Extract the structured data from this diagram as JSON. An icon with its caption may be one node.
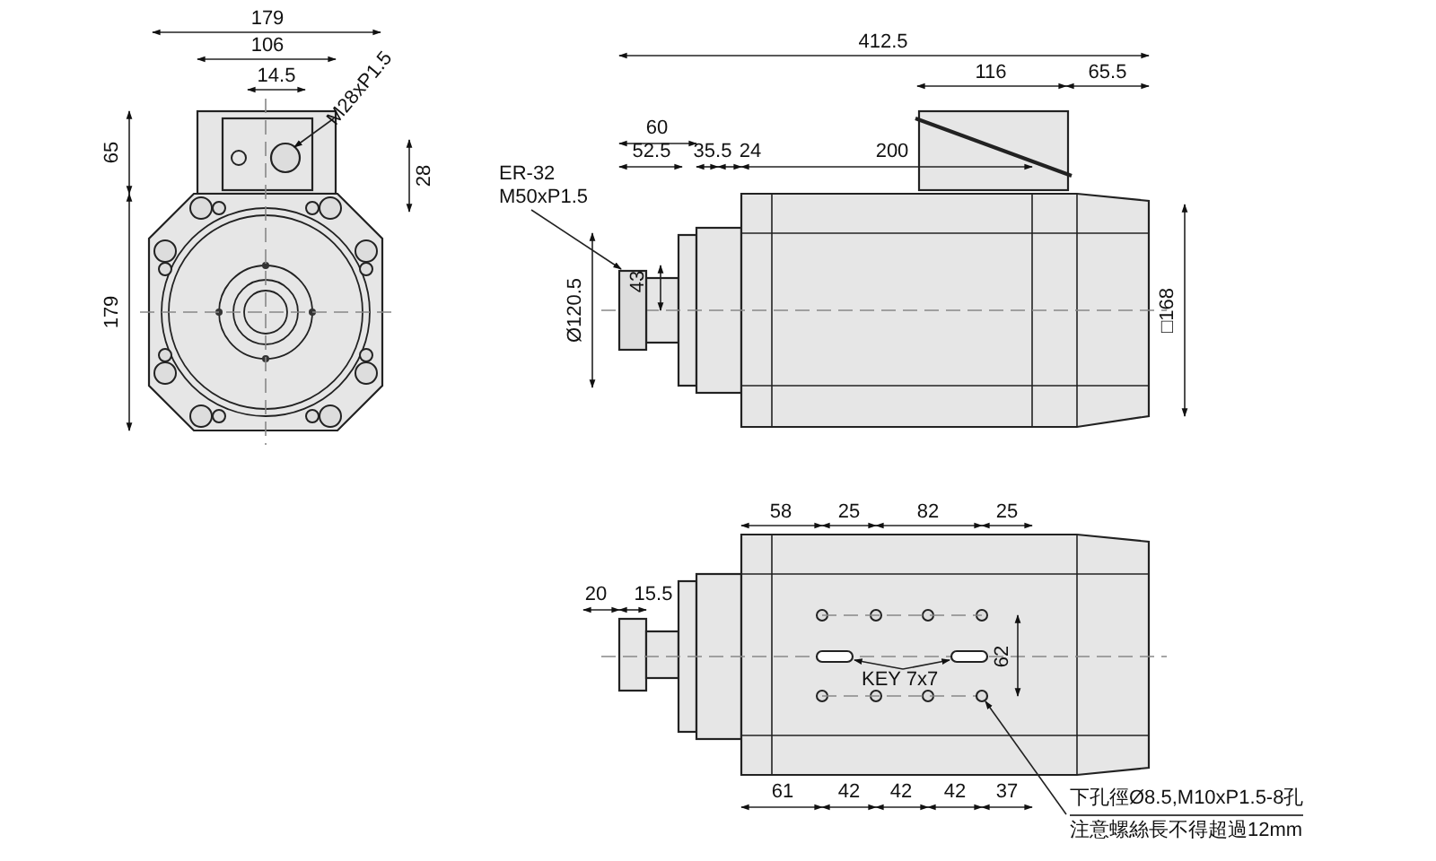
{
  "diagram": {
    "nodes": [
      {
        "text": [
          "M28xP1.5"
        ]
      },
      {
        "text": [],
        "shape": "circle"
      },
      {
        "text": [
          "ER-32 M50xP1.5"
        ]
      },
      {
        "text": [],
        "shape": "box"
      },
      {
        "text": [],
        "shape": "bar"
      },
      {
        "text": [],
        "shape": "bar"
      },
      {
        "text": [
          "KEY 7x7"
        ]
      },
      {
        "text": [],
        "shape": "circle"
      },
      {
        "text": [
          "下孔徑Ø8.5,M10xP1.5-8孔",
          "注意螺絲長不得超過12mm"
        ]
      }
    ],
    "edges": [
      {
        "from": 0,
        "to": 1,
        "arrow": "to"
      },
      {
        "from": 2,
        "to": 3,
        "arrow": "to"
      },
      {
        "from": 6,
        "to": 4,
        "arrow": "to"
      },
      {
        "from": 6,
        "to": 5,
        "arrow": "to"
      },
      {
        "from": 8,
        "to": 7,
        "arrow": "to"
      }
    ],
    "labels": [
      "179",
      "106",
      "14.5",
      "65",
      "28",
      "179",
      "412.5",
      "116",
      "65.5",
      "60",
      "52.5",
      "35.5",
      "24",
      "200",
      "43",
      "Ø120.5",
      "□168",
      "58",
      "25",
      "82",
      "25",
      "20",
      "15.5",
      "62",
      "61",
      "42",
      "42",
      "42",
      "37"
    ]
  }
}
